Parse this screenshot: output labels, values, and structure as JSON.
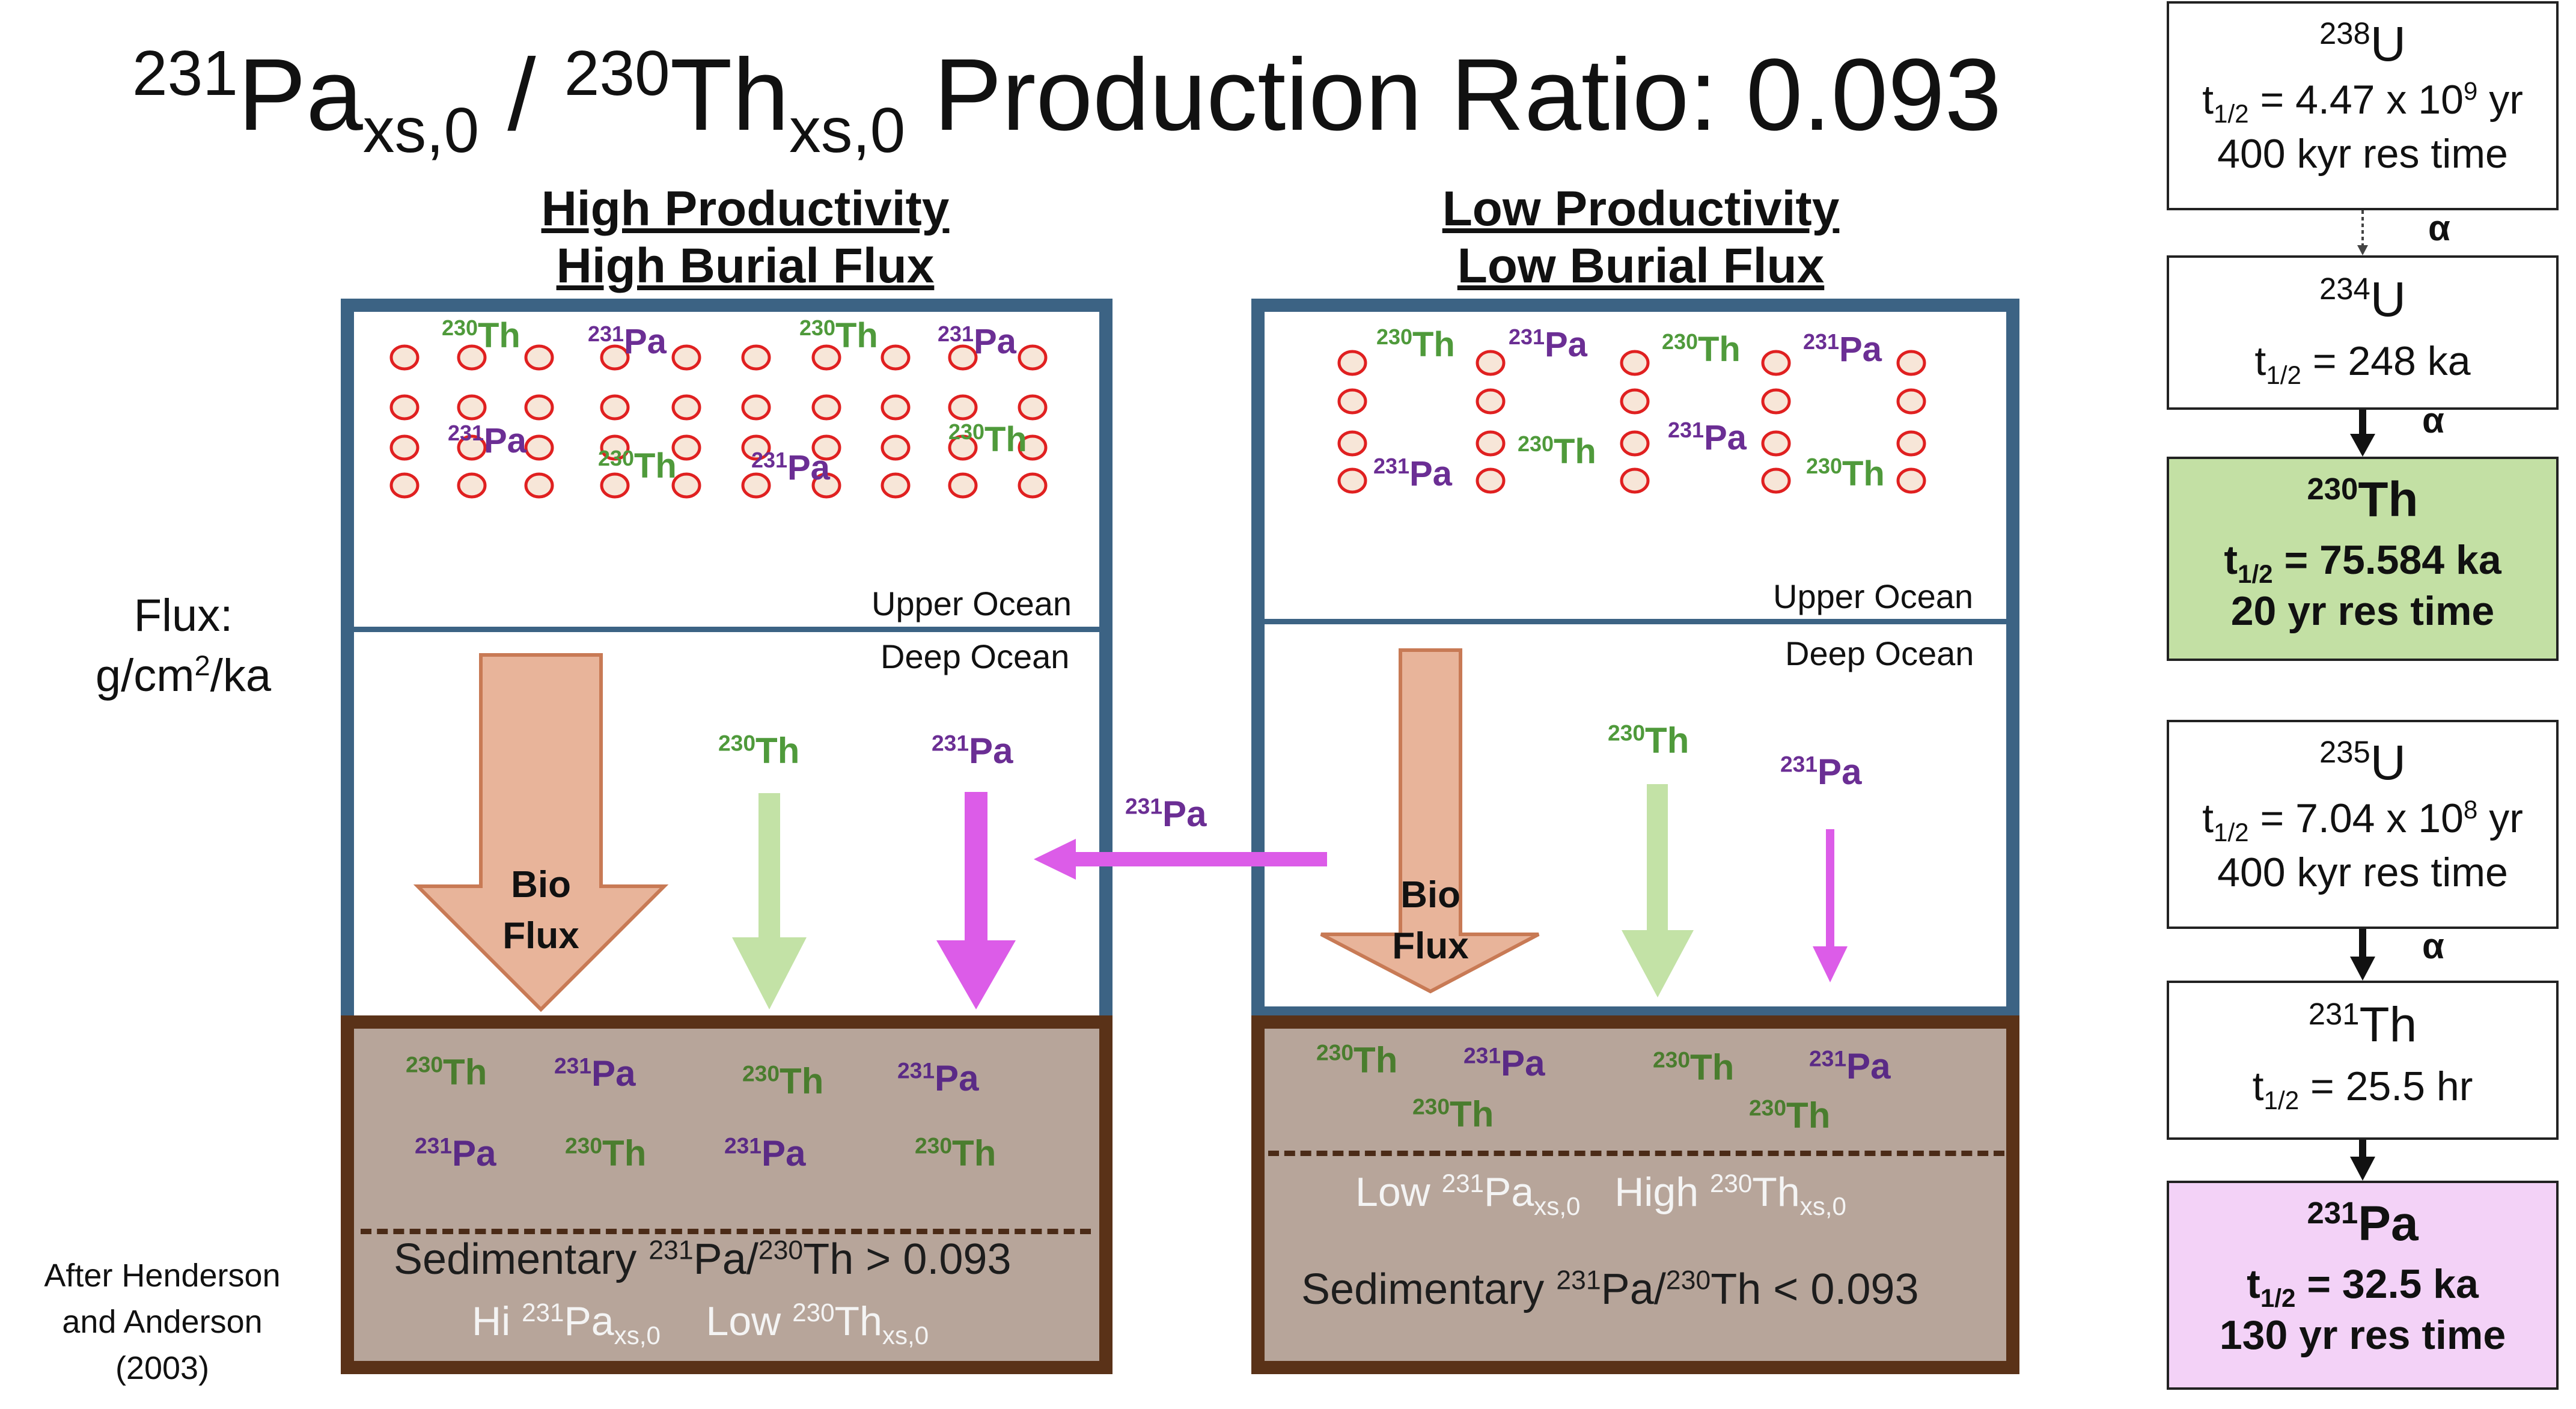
{
  "title": {
    "iso_a": "231",
    "el_a": "Pa",
    "sub_a": "xs,0",
    "sep": " / ",
    "iso_b": "230",
    "el_b": "Th",
    "sub_b": "xs,0",
    "rest": " Production Ratio: 0.093"
  },
  "left_col": {
    "heading1": "High Productivity",
    "heading2": "High Burial Flux"
  },
  "right_col": {
    "heading1": "Low Productivity",
    "heading2": "Low Burial Flux"
  },
  "labels": {
    "upper_ocean": "Upper Ocean",
    "deep_ocean": "Deep Ocean",
    "bio": "Bio",
    "flux": "Flux",
    "flux_units_a": "Flux:",
    "flux_units_b": "g/cm",
    "flux_units_exp": "2",
    "flux_units_c": "/ka",
    "after1": "After Henderson",
    "after2": "and Anderson",
    "after3": "(2003)"
  },
  "isotopes": {
    "th_num": "230",
    "th": "Th",
    "pa_num": "231",
    "pa": "Pa"
  },
  "left_sed": {
    "line1_a": "Sedimentary ",
    "line1_b": " > 0.093",
    "line2_a": "Hi ",
    "line2_b": "Low "
  },
  "right_sed": {
    "line1_a": "Low ",
    "line1_b": "High ",
    "line2_a": "Sedimentary ",
    "line2_b": " < 0.093"
  },
  "sub_xs": "xs,0",
  "decay": {
    "u238": {
      "num": "238",
      "el": "U",
      "half": " = 4.47 x 10",
      "exp": "9",
      "unit": " yr",
      "res": "400 kyr res time"
    },
    "u234": {
      "num": "234",
      "el": "U",
      "half": " = 248 ka"
    },
    "th230": {
      "num": "230",
      "el": "Th",
      "half": " = 75.584 ka",
      "res": "20 yr res time"
    },
    "u235": {
      "num": "235",
      "el": "U",
      "half": " = 7.04 x 10",
      "exp": "8",
      "unit": " yr",
      "res": "400 kyr res time"
    },
    "th231": {
      "num": "231",
      "el": "Th",
      "half": " = 25.5 hr"
    },
    "pa231": {
      "num": "231",
      "el": "Pa",
      "half": " = 32.5 ka",
      "res": "130 yr res time"
    },
    "t": "t",
    "half_sub": "1/2",
    "alpha": "α"
  },
  "colors": {
    "panel_border": "#3c6384",
    "sediment_border": "#5a3218",
    "sediment_fill": "#b7a59a",
    "th_color": "#4f9a3b",
    "pa_color": "#6b2e94",
    "bio_arrow": "#e8b49a",
    "th_arrow": "#c3e2a6",
    "pa_arrow": "#dc5ce8",
    "th230_box": "#c3e0a4",
    "pa231_box": "#f3d2f7",
    "particle": "#e02020"
  }
}
